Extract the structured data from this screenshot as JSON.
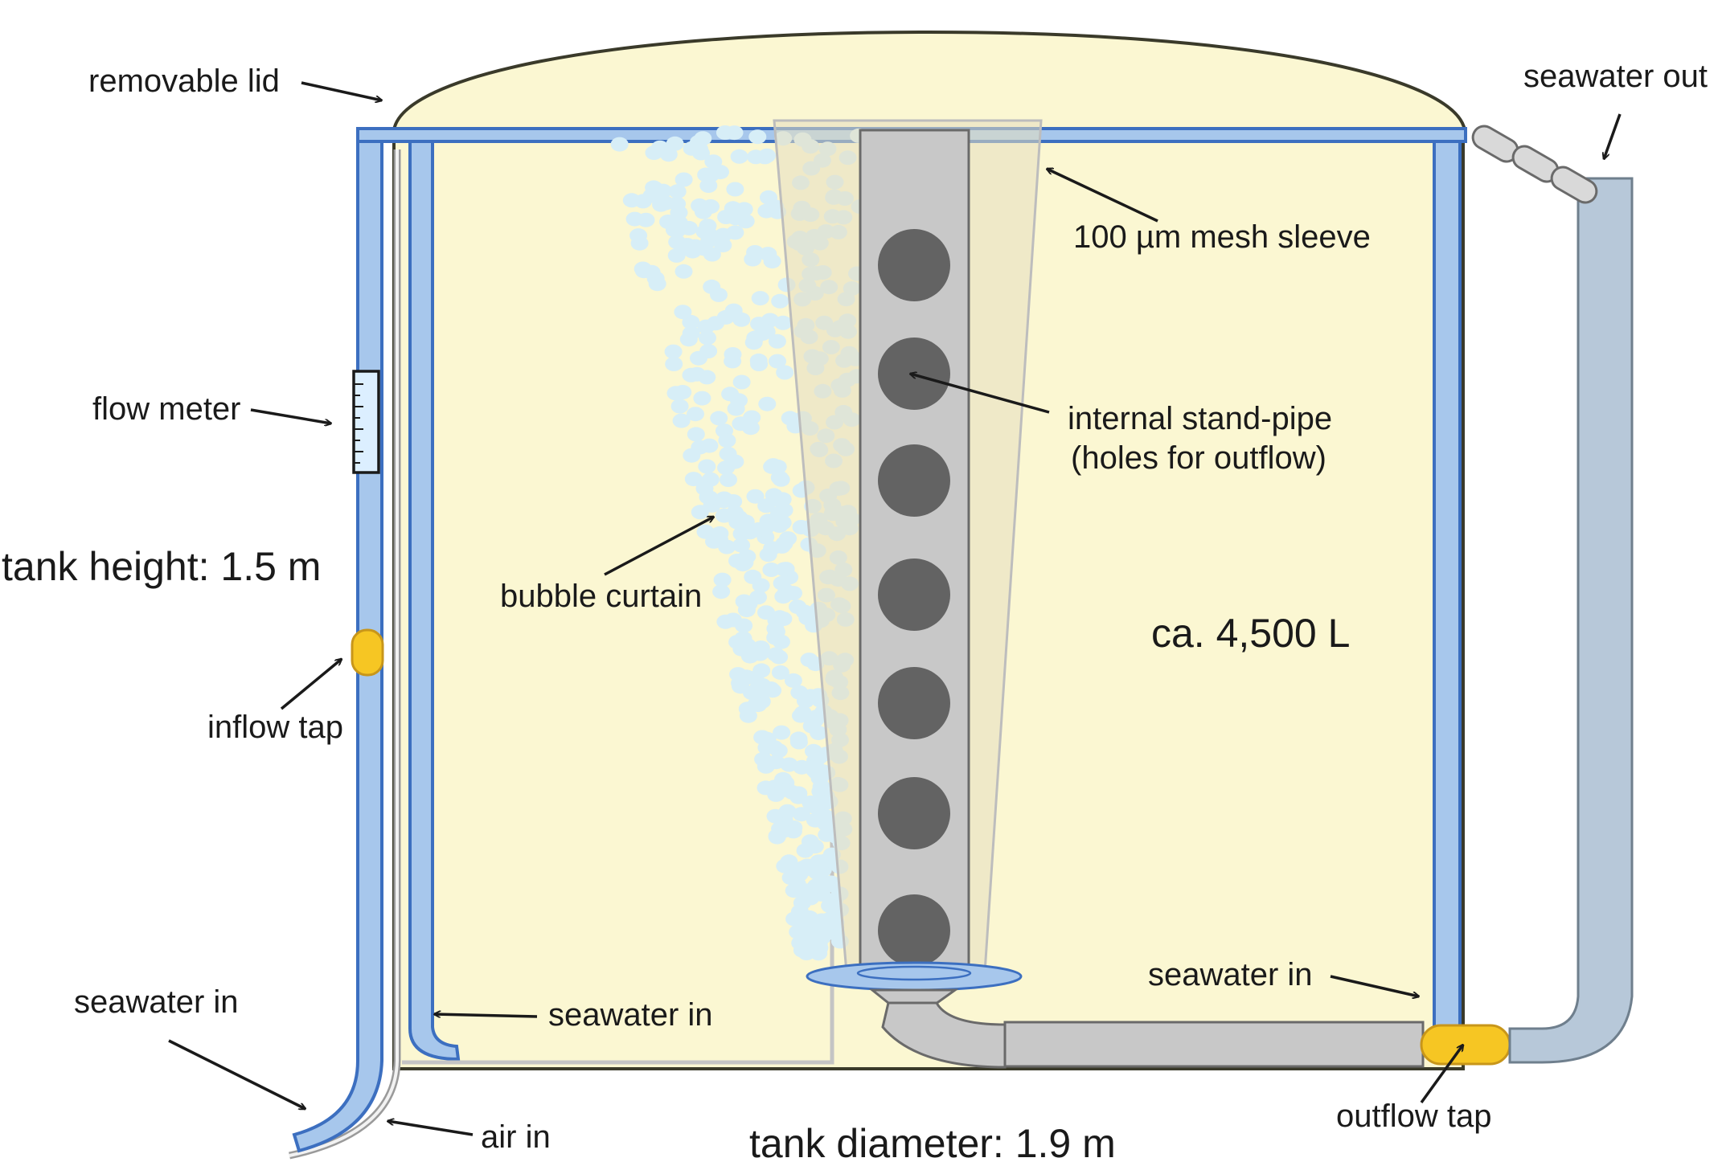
{
  "labels": {
    "removable_lid": "removable lid",
    "seawater_out": "seawater out",
    "mesh_sleeve": "100 µm mesh sleeve",
    "flow_meter": "flow meter",
    "standpipe_line1": "internal stand-pipe",
    "standpipe_line2": "(holes for outflow)",
    "tank_height": "tank height: 1.5 m",
    "bubble_curtain": "bubble curtain",
    "volume": "ca. 4,500 L",
    "inflow_tap": "inflow tap",
    "seawater_in_bottom_right": "seawater in",
    "seawater_in_inner": "seawater in",
    "seawater_in_left": "seawater in",
    "outflow_tap": "outflow tap",
    "air_in": "air in",
    "tank_diameter": "tank diameter: 1.9 m"
  },
  "colors": {
    "water": "#fbf7d2",
    "pipe_blue": "#a7c7ec",
    "pipe_blue_edge": "#3c6fc0",
    "standpipe_gray": "#c8c8c8",
    "hole_dark": "#636363",
    "tap_yellow": "#f6c623",
    "bubble": "#d7eef7",
    "outflow_pipe": "#b7c8d9"
  }
}
